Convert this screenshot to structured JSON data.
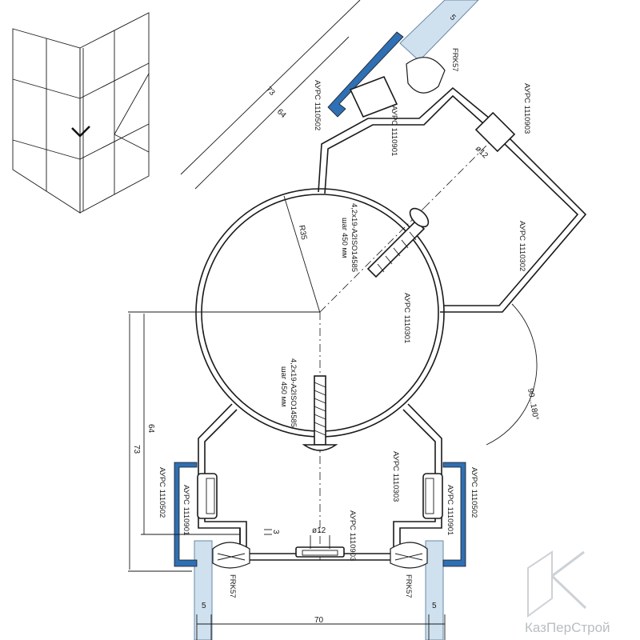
{
  "profiles": {
    "circle": "АУРС 1110301",
    "corner_bottom": "АУРС 1110303",
    "corner_right": "АУРС 1110302",
    "clip_a": "АУРС 1110502",
    "clip_b": "АУРС 1110502",
    "clip_c": "АУРС 1110502",
    "holder_a": "АУРС 1110901",
    "holder_b": "АУРС 1110901",
    "holder_c": "АУРС 1110901",
    "cap_bottom": "АУРС 1110903",
    "cap_right": "АУРС 1110903"
  },
  "seals": {
    "left": "FRK57",
    "right": "FRK57",
    "top": "FRK57"
  },
  "screws": {
    "top_line1": "4,2х19-A2ISO14585",
    "top_line2": "шаг 450 мм",
    "bottom_line1": "4,2х19-A2ISO14585",
    "bottom_line2": "шаг 450 мм"
  },
  "dimensions": {
    "d73_left": "73",
    "d64_left": "64",
    "d73_top": "73",
    "d64_top": "64",
    "d3": "3",
    "d5_left": "5",
    "d5_right": "5",
    "d5_top": "5",
    "d70": "70",
    "dia12_bottom": "ø12",
    "dia12_right": "ø12",
    "radius": "R35",
    "angle": "90...180°"
  },
  "logo": {
    "text": "КазПерСтрой"
  }
}
